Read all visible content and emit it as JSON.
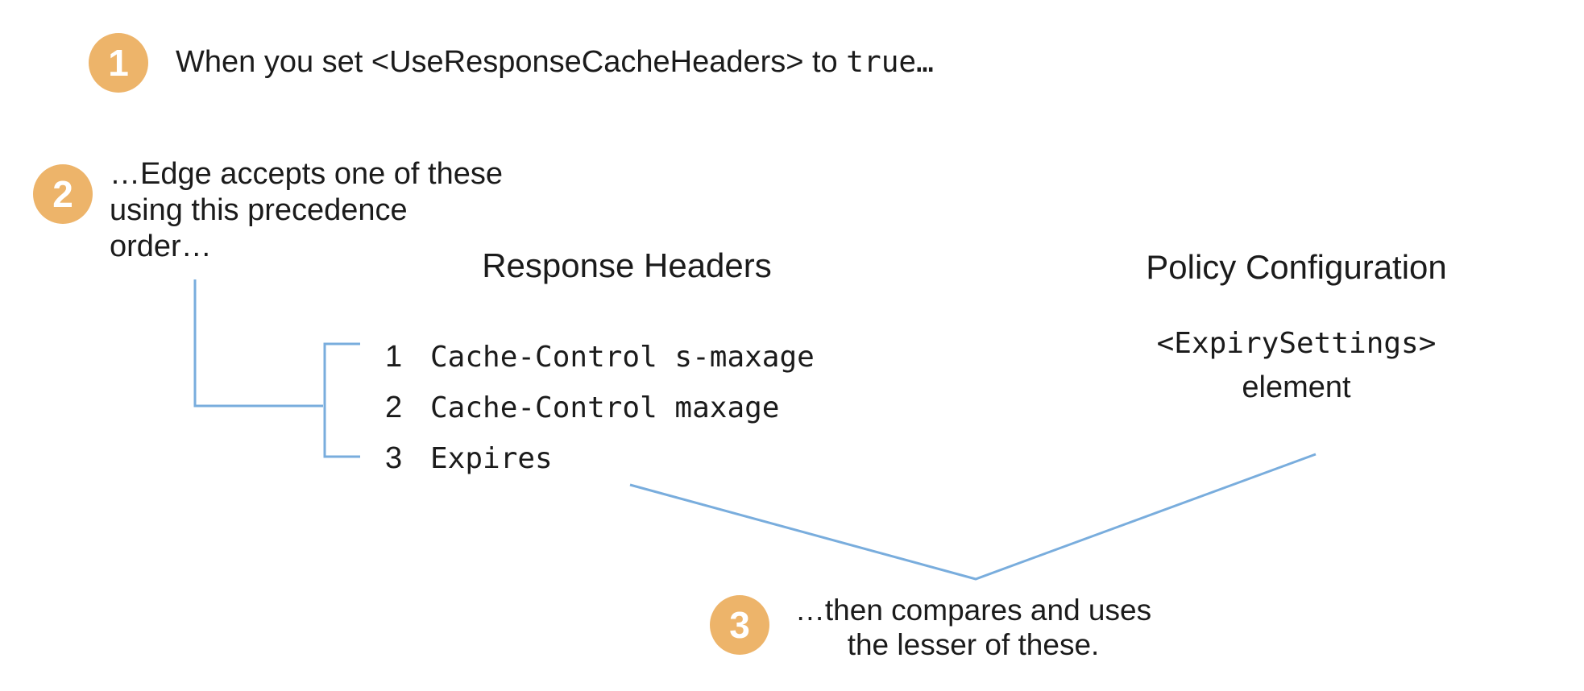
{
  "colors": {
    "accent_orange": "#EDB46A",
    "connector_blue": "#79ADDD",
    "text": "#1b1b1b"
  },
  "steps": {
    "step1": {
      "badge": "1",
      "text_prefix": "When you set <UseResponseCacheHeaders> to ",
      "code_value": "true…"
    },
    "step2": {
      "badge": "2",
      "line1": "…Edge accepts one of these",
      "line2": "using this precedence",
      "line3": "order…"
    },
    "step3": {
      "badge": "3",
      "line1": "…then compares and uses",
      "line2": "the lesser of these."
    }
  },
  "columns": {
    "response_headers": {
      "title": "Response Headers",
      "items": [
        {
          "rank": "1",
          "value": "Cache-Control s-maxage"
        },
        {
          "rank": "2",
          "value": "Cache-Control maxage"
        },
        {
          "rank": "3",
          "value": "Expires"
        }
      ]
    },
    "policy_configuration": {
      "title": "Policy Configuration",
      "code": "<ExpirySettings>",
      "label": "element"
    }
  }
}
